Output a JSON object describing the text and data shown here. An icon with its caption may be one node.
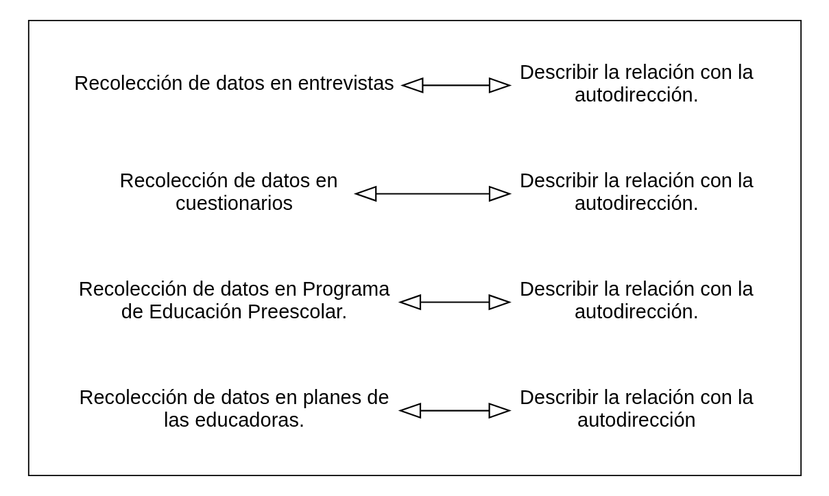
{
  "diagram": {
    "nodes": [
      {
        "text": [],
        "shape": "box"
      },
      {
        "text": [
          "Recolección de datos en entrevistas"
        ],
        "in": 0
      },
      {
        "text": [
          "Describir la relación con la autodirección."
        ],
        "in": 0
      },
      {
        "text": [
          "Recolección de datos en  cuestionarios"
        ],
        "in": 0
      },
      {
        "text": [
          "Describir la relación con la autodirección."
        ],
        "in": 0
      },
      {
        "text": [
          "Recolección de datos en Programa de Educación Preescolar."
        ],
        "in": 0
      },
      {
        "text": [
          "Describir la relación con la autodirección."
        ],
        "in": 0
      },
      {
        "text": [
          "Recolección de datos en planes de las educadoras."
        ],
        "in": 0
      },
      {
        "text": [
          "Describir la relación con la autodirección"
        ],
        "in": 0
      }
    ],
    "edges": [
      {
        "from": 1,
        "to": 2,
        "arrow": "both"
      },
      {
        "from": 3,
        "to": 4,
        "arrow": "both"
      },
      {
        "from": 5,
        "to": 6,
        "arrow": "both"
      },
      {
        "from": 7,
        "to": 8,
        "arrow": "both"
      }
    ]
  }
}
